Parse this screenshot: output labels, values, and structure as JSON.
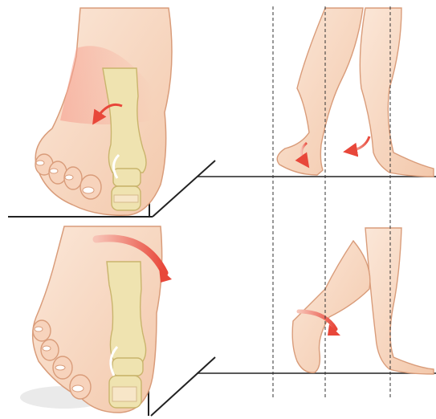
{
  "figure": {
    "panels": [
      {
        "id": "top",
        "depicts": "foot-with-toe-skeleton-and-walking-legs"
      },
      {
        "id": "bottom",
        "depicts": "foot-with-toe-skeleton-and-walking-legs"
      }
    ],
    "colors": {
      "skin": "#f9ddc8",
      "skin_shadow": "#f2c4a6",
      "skin_outline": "#d99c7a",
      "bone": "#efe3b0",
      "bone_outline": "#c9b46c",
      "arrow": "#e8473a",
      "arrow_light": "#f7b7a8",
      "line": "#222222",
      "guide": "#333333"
    }
  }
}
